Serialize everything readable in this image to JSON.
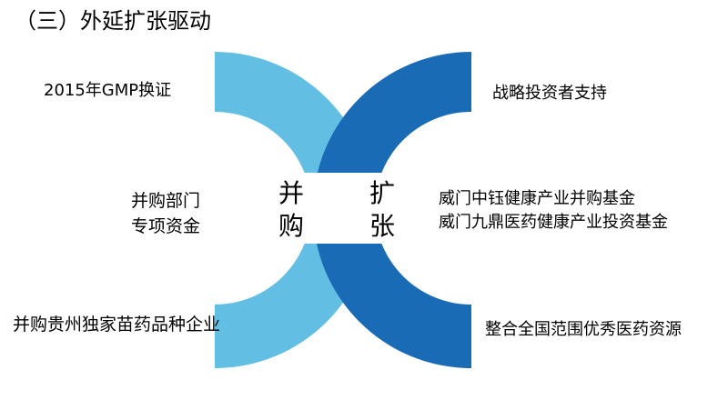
{
  "title": "（三）外延扩张驱动",
  "center": {
    "left_top": "并",
    "left_bottom": "购",
    "right_top": "扩",
    "right_bottom": "张"
  },
  "left": {
    "top": "2015年GMP换证",
    "middle_1": "并购部门",
    "middle_2": "专项资金",
    "bottom": "并购贵州独家苗药品种企业"
  },
  "right": {
    "top": "战略投资者支持",
    "middle_1": "威门中钰健康产业并购基金",
    "middle_2": "威门九鼎医药健康产业投资基金",
    "bottom": "整合全国范围优秀医药资源"
  },
  "colors": {
    "light": "#62bfe3",
    "dark": "#1a6bb6"
  }
}
